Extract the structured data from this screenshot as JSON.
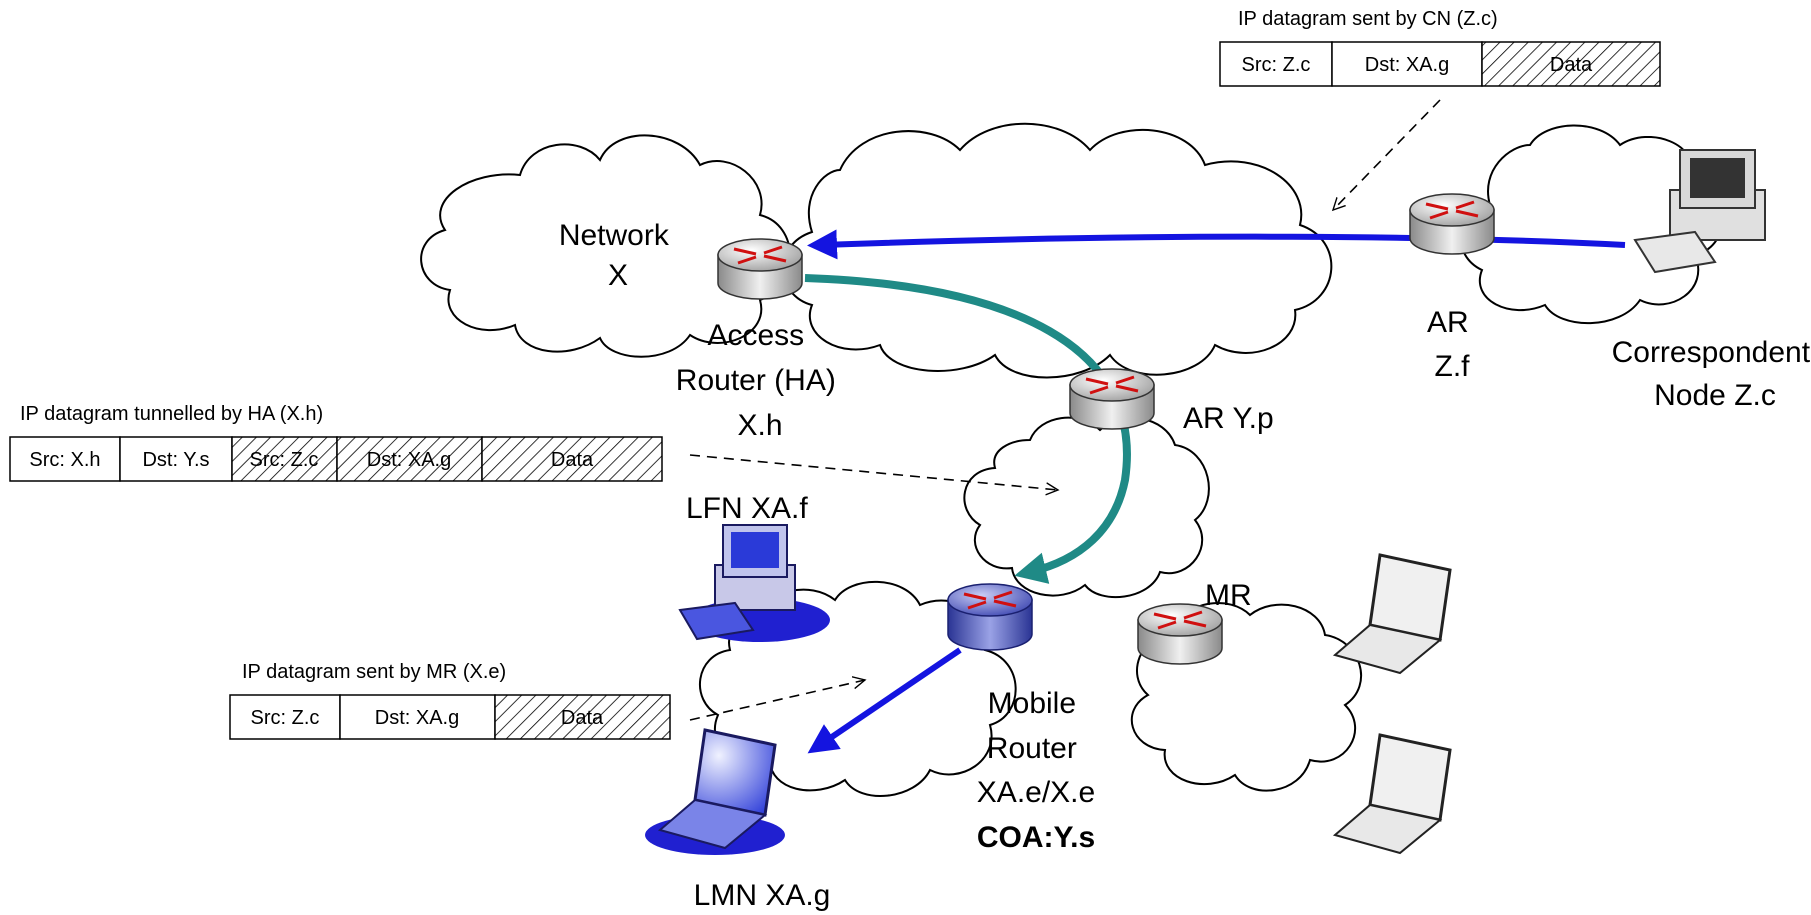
{
  "colors": {
    "tunnel_arrow": "#1f8a86",
    "route_arrow": "#1414e0",
    "router_red": "#d01010",
    "mobile_router_blue": "#5a64c8",
    "node_blue": "#2020d0"
  },
  "labels": {
    "network_x": [
      "Network",
      "X"
    ],
    "access_router": [
      "Access",
      "Router (HA)",
      "X.h"
    ],
    "ar_zf": [
      "AR",
      "Z.f"
    ],
    "correspondent": [
      "Correspondent",
      "Node Z.c"
    ],
    "ar_yp": "AR Y.p",
    "lfn": "LFN XA.f",
    "mr": "MR",
    "mobile_router": [
      "Mobile",
      "Router",
      "XA.e/X.e"
    ],
    "coa": "COA:Y.s",
    "lmn": "LMN XA.g"
  },
  "datagrams": {
    "cn": {
      "title": "IP datagram sent by CN (Z.c)",
      "fields": [
        "Src: Z.c",
        "Dst: XA.g",
        "Data"
      ]
    },
    "ha": {
      "title": "IP datagram tunnelled by HA (X.h)",
      "fields": [
        "Src: X.h",
        "Dst: Y.s",
        "Src: Z.c",
        "Dst: XA.g",
        "Data"
      ]
    },
    "mr": {
      "title": "IP datagram sent by MR (X.e)",
      "fields": [
        "Src: Z.c",
        "Dst: XA.g",
        "Data"
      ]
    }
  },
  "icons": [
    "router-icon",
    "mobile-router-icon",
    "desktop-computer-icon",
    "laptop-icon",
    "cloud-icon"
  ]
}
